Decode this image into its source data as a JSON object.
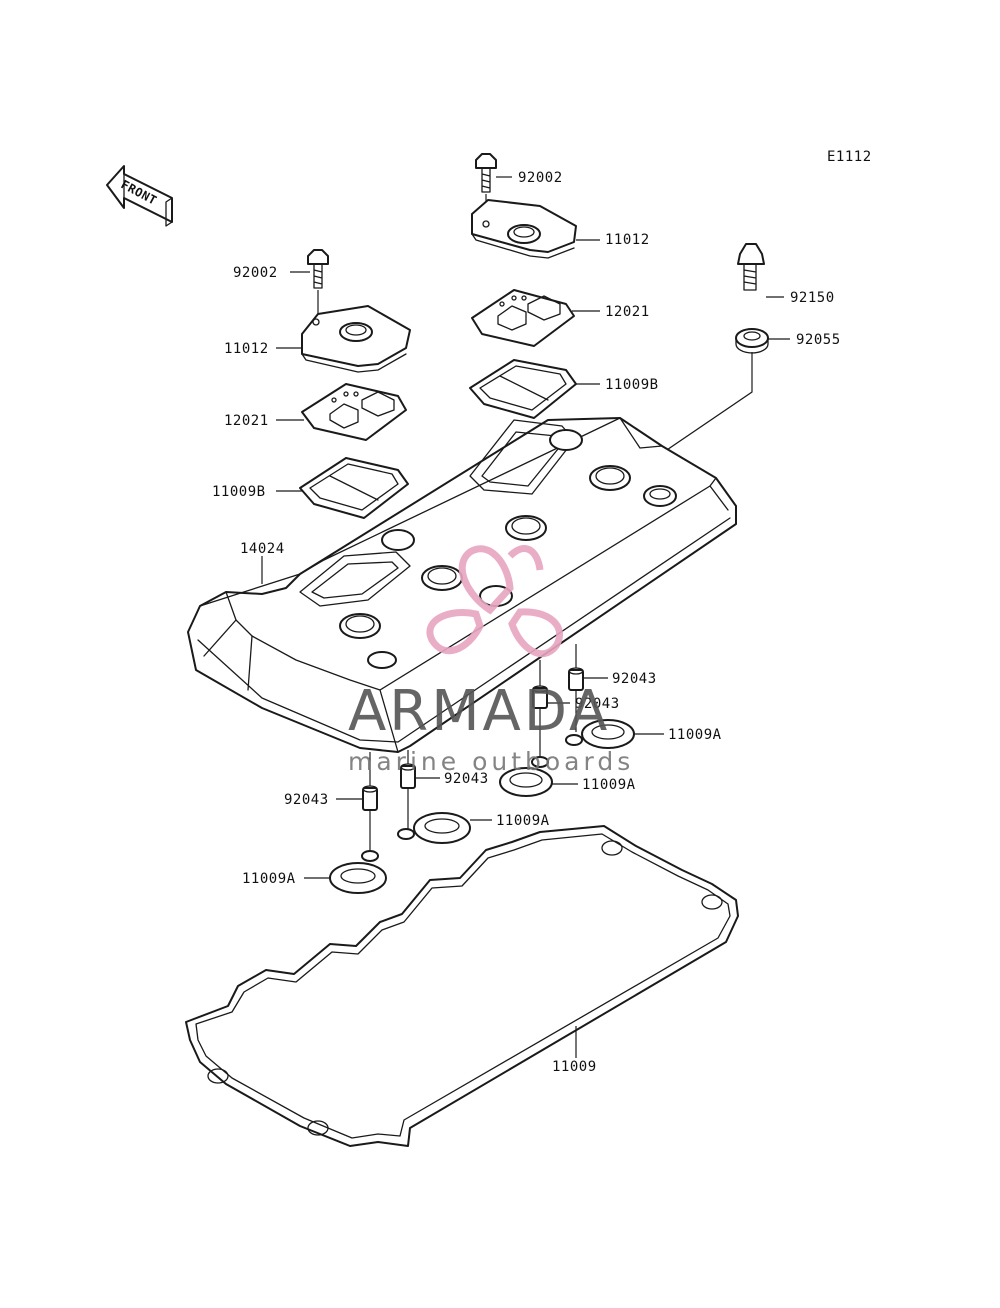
{
  "diagram_code": "E1112",
  "front_label": "FRONT",
  "watermark": {
    "brand": "ARMADA",
    "tagline": "marine outboards",
    "color": "#e8a5c0"
  },
  "labels": {
    "bolt_top": "92002",
    "cap_top": "11012",
    "plate_top": "12021",
    "gasket_b_top": "11009B",
    "bolt_left": "92002",
    "cap_left": "11012",
    "plate_left": "12021",
    "gasket_b_left": "11009B",
    "bolt_right": "92150",
    "washer_right": "92055",
    "cover": "14024",
    "dowel_1": "92043",
    "dowel_2": "92043",
    "dowel_3": "92043",
    "dowel_4": "92043",
    "oring_1": "11009A",
    "oring_2": "11009A",
    "oring_3": "11009A",
    "oring_4": "11009A",
    "gasket_main": "11009"
  }
}
